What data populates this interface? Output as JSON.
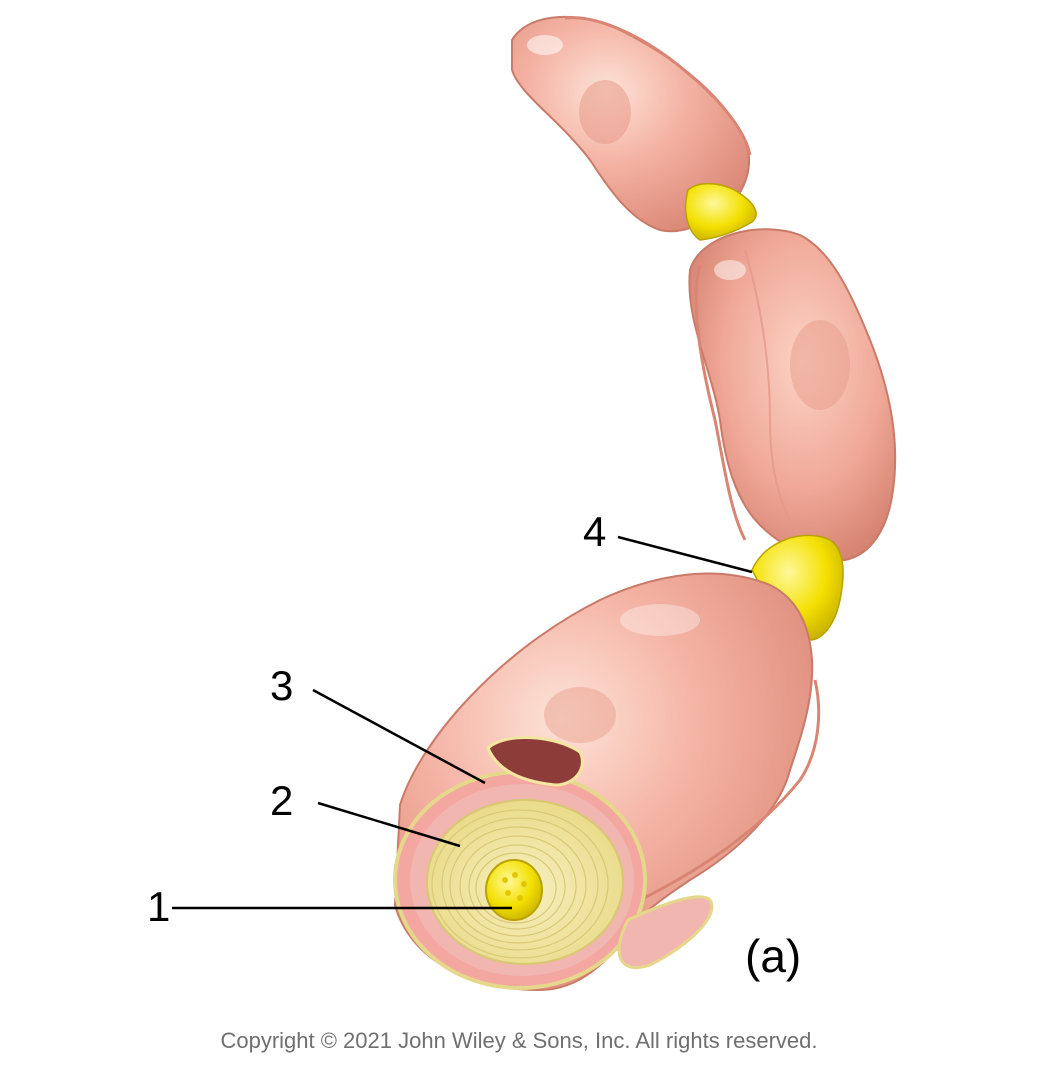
{
  "labels": {
    "one": "1",
    "two": "2",
    "three": "3",
    "four": "4"
  },
  "panel_letter": "(a)",
  "copyright": "Copyright © 2021 John Wiley & Sons, Inc. All rights reserved.",
  "colors": {
    "schwann_cell_pink": "#f2a99c",
    "schwann_cell_highlight": "#fde3d8",
    "schwann_cell_shadow": "#d98573",
    "myelin_yellow": "#f2e6a0",
    "axon_yellow": "#f5e000",
    "node_yellow": "#f3e000",
    "nucleus_dark": "#8e3c3a",
    "leader_line": "#000000",
    "copyright_gray": "#6f6f6f"
  }
}
